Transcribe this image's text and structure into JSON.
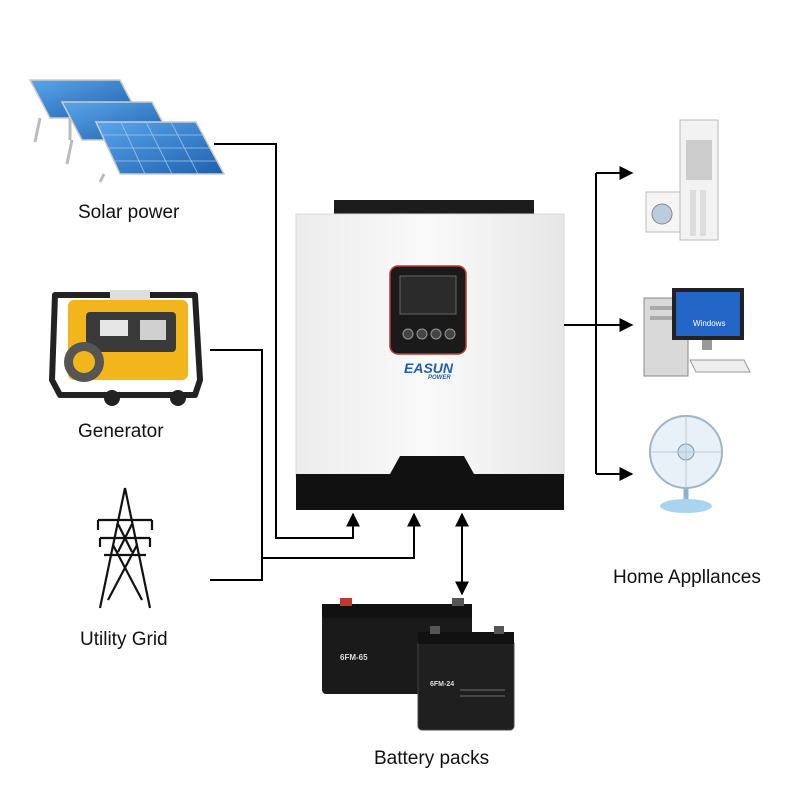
{
  "labels": {
    "solar": "Solar power",
    "generator": "Generator",
    "grid": "Utility Grid",
    "battery": "Battery packs",
    "home": "Home Appllances"
  },
  "inverter": {
    "brand_main": "EASUN",
    "brand_sub": "POWER"
  },
  "battery_models": {
    "large": "6FM-65",
    "small": "6FM-24"
  },
  "pc_screen_text": "Windows",
  "colors": {
    "line": "#000000",
    "inverter_body": "#f4f4f4",
    "inverter_base": "#111111",
    "solar_panel": "#2f7fd0",
    "generator_frame": "#f2b51c",
    "battery": "#1a1a1a"
  }
}
